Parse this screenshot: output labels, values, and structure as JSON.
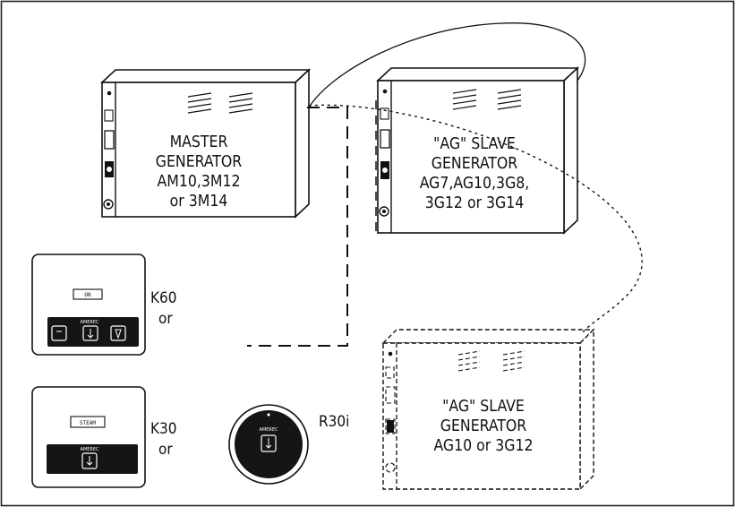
{
  "diagram": {
    "master": {
      "lines": [
        "MASTER",
        "GENERATOR",
        "AM10,3M12",
        "or 3M14"
      ]
    },
    "slave1": {
      "lines": [
        "\"AG\" SLAVE",
        "GENERATOR",
        "AG7,AG10,3G8,",
        "3G12 or 3G14"
      ]
    },
    "slave2": {
      "lines": [
        "\"AG\" SLAVE",
        "GENERATOR",
        "AG10 or 3G12"
      ]
    },
    "k60": {
      "label_lines": [
        "K60",
        "or"
      ],
      "display": "ON",
      "brand": "AMEREC"
    },
    "k30": {
      "label_lines": [
        "K30",
        "or"
      ],
      "display": "STEAM",
      "brand": "AMEREC"
    },
    "r30i": {
      "label": "R30i",
      "brand": "AMEREC"
    }
  },
  "colors": {
    "ink": "#111111",
    "paper": "#ffffff",
    "panel": "#151515"
  }
}
